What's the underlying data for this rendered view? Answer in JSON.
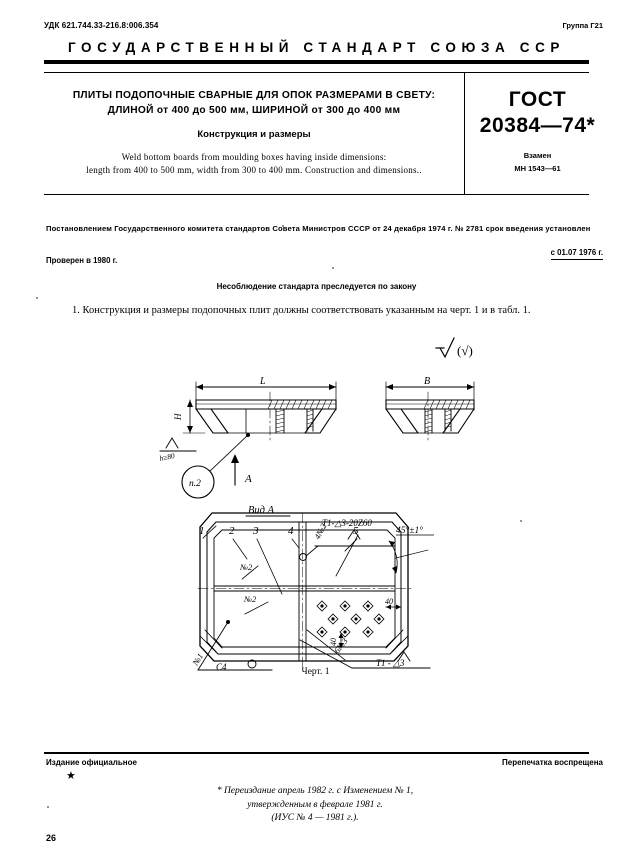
{
  "header": {
    "udk": "УДК 621.744.33-216.8:006.354",
    "group": "Группа Г21",
    "state_standard": "ГОСУДАРСТВЕННЫЙ СТАНДАРТ СОЮЗА ССР"
  },
  "title_block": {
    "line1": "ПЛИТЫ ПОДОПОЧНЫЕ СВАРНЫЕ  ДЛЯ ОПОК РАЗМЕРАМИ В СВЕТУ:",
    "line2": "ДЛИНОЙ от 400 до 500 мм, ШИРИНОЙ от 300 до 400 мм",
    "subtitle": "Конструкция и размеры",
    "english_line1": "Weld bottom boards from moulding boxes having inside dimensions:",
    "english_line2": "length from 400 to 500 mm, width from 300 to 400 mm. Construction and dimensions.."
  },
  "gost": {
    "word": "ГОСТ",
    "number": "20384—74*",
    "replaces_label": "Взамен",
    "replaces_value": "МН 1543—61"
  },
  "decree": {
    "text": "Постановлением  Государственного  комитета  стандартов  Совета Министров СССР от 24 декабря 1974 г. № 2781 срок введения установлен",
    "checked": "Проверен в 1980 г.",
    "effective": "с 01.07  1976 г.",
    "warning": "Несоблюдение стандарта преследуется по закону"
  },
  "clause": {
    "number": "1.",
    "text": "Конструкция и размеры подопочных плит должны соответствовать   указанным на черт. 1 и в табл. 1."
  },
  "drawing": {
    "caption": "Черт. 1",
    "surface_symbol": "(√)",
    "view_a_label": "Вид А",
    "arrow_a": "А",
    "detail_callout": "п.2",
    "dim_length": "L",
    "dim_width": "B",
    "dim_height": "H",
    "weld_base": "h≥80",
    "weld_main": "Т1-△3-20Z60",
    "weld_secondary": "Т1 - △3",
    "angle": "45°±1°",
    "pos_1": "1",
    "pos_2": "2",
    "pos_3": "3",
    "pos_4": "4",
    "pos_5": "5",
    "item_no1": "№1",
    "item_no2_a": "№2",
    "item_no2_b": "№2",
    "item_4no2": "4№2",
    "item_6no3": "6№3",
    "weld_c4": "С4",
    "dim_40_h": "40",
    "dim_40_v": "40"
  },
  "footer": {
    "official": "Издание официальное",
    "reprint": "Перепечатка воспрещена",
    "star": "★",
    "note_line1": "* Переиздание апрель 1982 г. с Изменением № 1,",
    "note_line2": "утвержденным в февpaле 1981 г.",
    "note_line3": "(ИУС № 4 — 1981 г.).",
    "page_number": "26"
  }
}
